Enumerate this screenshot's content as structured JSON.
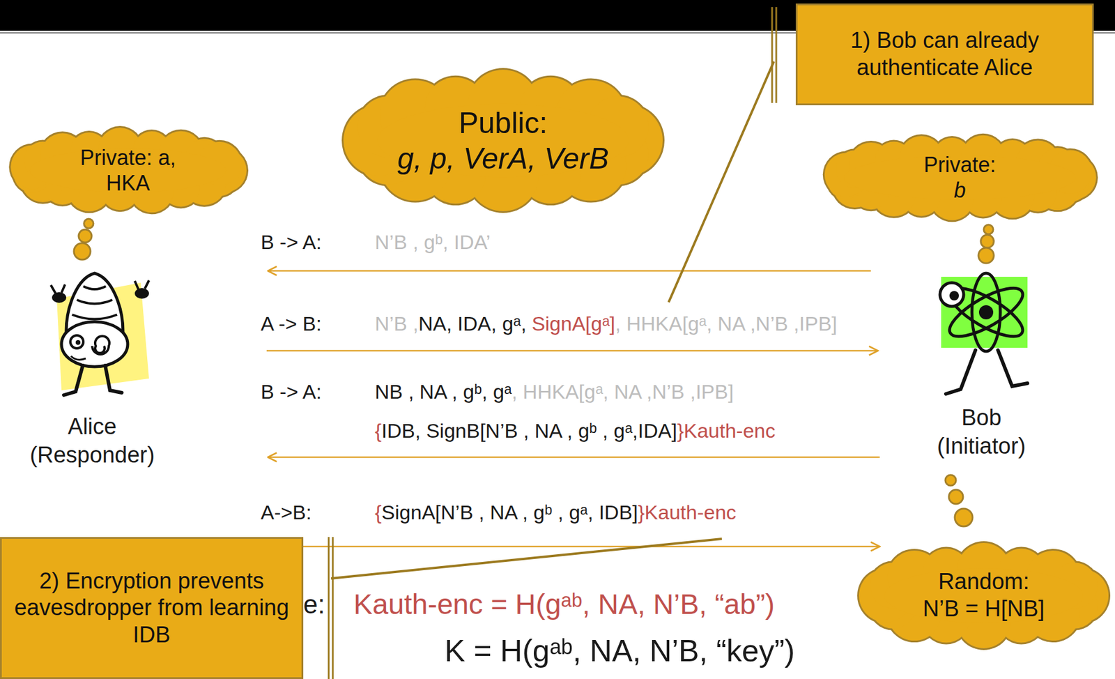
{
  "diagram": {
    "nodes": [
      {
        "text": [
          "1) Bob can already authenticate Alice"
        ]
      },
      {
        "text": [
          "Public:",
          "g, p, VerA, VerB"
        ]
      },
      {
        "text": [
          "Private: a, HKA"
        ]
      },
      {
        "text": [
          "Private:",
          "b"
        ]
      },
      {
        "text": [
          "2) Encryption prevents eavesdropper from learning IDB"
        ]
      },
      {
        "text": [
          "Random:",
          "N’B = H[NB]"
        ]
      }
    ],
    "labels": [
      "B -> A:",
      "N’B , gᵇ, IDA’",
      "A -> B:",
      "N’B ,",
      "NA, IDA, gᵃ,",
      "SignA[gᵃ]",
      ", HHKA[gᵃ, NA ,N’B ,IPB]",
      "B -> A:",
      "NB , NA , gᵇ, gᵃ",
      ", HHKA[gᵃ, NA ,N’B ,IPB]",
      "{",
      "IDB, SignB[N’B , NA , gᵇ , gᵃ,IDA]",
      "}Kauth-enc",
      "A->B:",
      "{",
      "SignA[N’B , NA , gᵇ , gᵃ, IDB]",
      "}Kauth-enc",
      "Alice (Responder)",
      "Bob (Initiator)",
      "e:",
      "Kauth-enc = H(gᵃᵇ, NA, N’B, “ab”)",
      "K = H(gᵃᵇ, NA, N’B, “key”)"
    ]
  }
}
